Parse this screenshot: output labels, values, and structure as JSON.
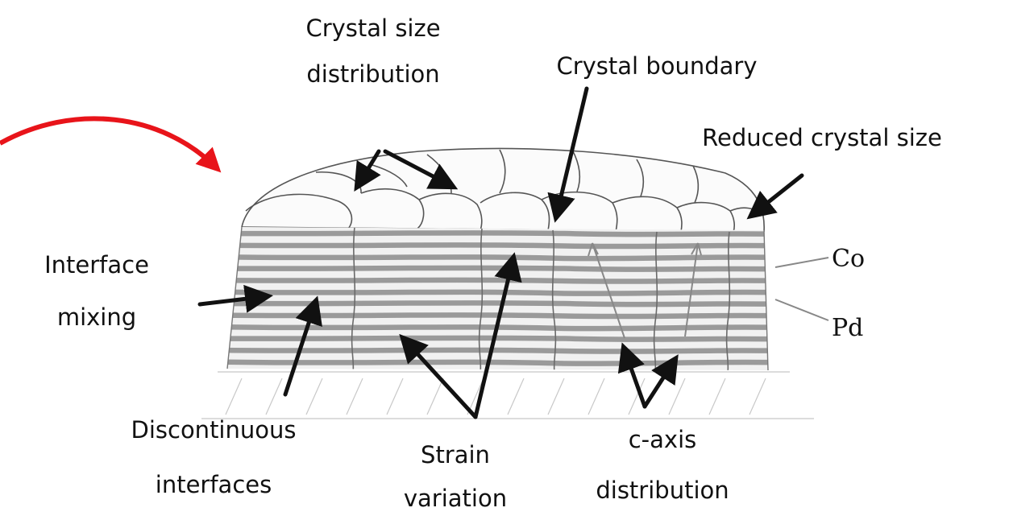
{
  "labels": {
    "crystal_size_line1": "Crystal size",
    "crystal_size_line2": "distribution",
    "crystal_boundary": "Crystal boundary",
    "reduced_crystal_size": "Reduced crystal size",
    "interface_mixing_line1": "Interface",
    "interface_mixing_line2": "mixing",
    "discontinuous_line1": "Discontinuous",
    "discontinuous_line2": "interfaces",
    "strain_line1": "Strain",
    "strain_line2": "variation",
    "caxis_line1": "c-axis",
    "caxis_line2": "distribution",
    "co": "Co",
    "pd": "Pd"
  },
  "colors": {
    "highlight_arrow": "#e8141a",
    "ink": "#111111",
    "layer_dark": "#9a9a9a",
    "layer_light": "#f1f1f1"
  }
}
